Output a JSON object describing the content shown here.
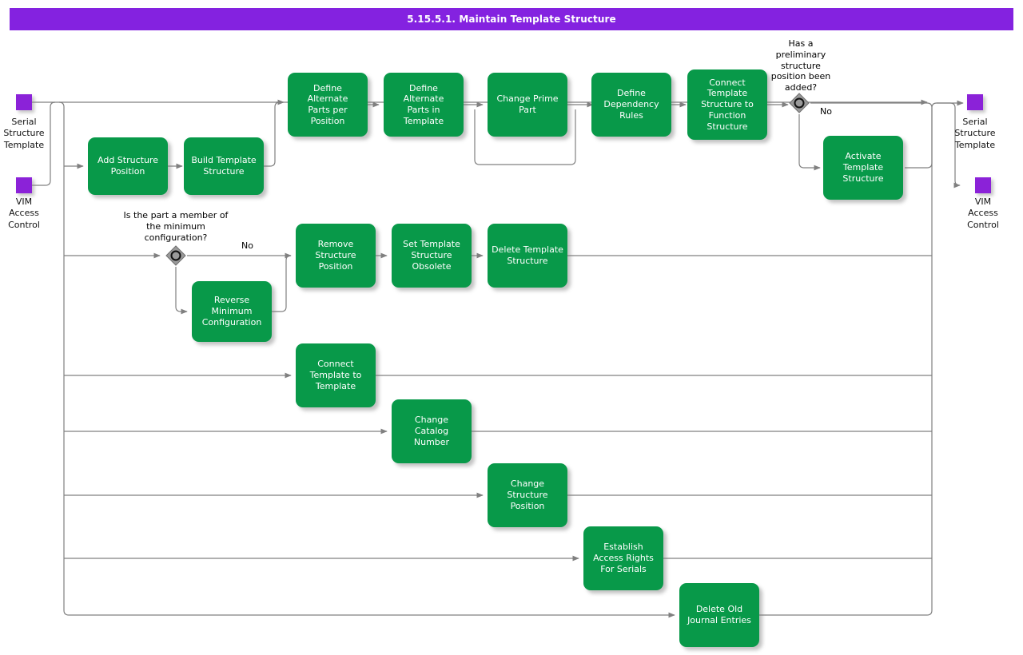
{
  "banner": {
    "title": "5.15.5.1. Maintain Template Structure",
    "color": "#8422E0"
  },
  "theme": {
    "node_fill": "#089949",
    "node_text": "#ffffff",
    "entity_fill": "#8B22D8",
    "wire": "#808080",
    "decision_fill": "#9A9A9A"
  },
  "entities": {
    "in": [
      {
        "name": "serial-structure-template-in",
        "label": "Serial\nStructure\nTemplate"
      },
      {
        "name": "vim-access-control-in",
        "label": "VIM\nAccess\nControl"
      }
    ],
    "out": [
      {
        "name": "serial-structure-template-out",
        "label": "Serial\nStructure\nTemplate"
      },
      {
        "name": "vim-access-control-out",
        "label": "VIM\nAccess\nControl"
      }
    ]
  },
  "nodes": [
    {
      "id": "add-structure-position",
      "label": "Add Structure\nPosition"
    },
    {
      "id": "build-template-structure",
      "label": "Build Template\nStructure"
    },
    {
      "id": "define-alternate-parts-per-position",
      "label": "Define Alternate\nParts per\nPosition"
    },
    {
      "id": "define-alternate-parts-in-template",
      "label": "Define Alternate\nParts in\nTemplate"
    },
    {
      "id": "change-prime-part",
      "label": "Change Prime\nPart"
    },
    {
      "id": "define-dependency-rules",
      "label": "Define\nDependency\nRules"
    },
    {
      "id": "connect-template-structure-to-function-structure",
      "label": "Connect\nTemplate\nStructure to\nFunction\nStructure"
    },
    {
      "id": "activate-template-structure",
      "label": "Activate\nTemplate\nStructure"
    },
    {
      "id": "reverse-minimum-configuration",
      "label": "Reverse\nMinimum\nConfiguration"
    },
    {
      "id": "remove-structure-position",
      "label": "Remove\nStructure\nPosition"
    },
    {
      "id": "set-template-structure-obsolete",
      "label": "Set Template\nStructure\nObsolete"
    },
    {
      "id": "delete-template-structure",
      "label": "Delete Template\nStructure"
    },
    {
      "id": "connect-template-to-template",
      "label": "Connect\nTemplate to\nTemplate"
    },
    {
      "id": "change-catalog-number",
      "label": "Change\nCatalog\nNumber"
    },
    {
      "id": "change-structure-position",
      "label": "Change\nStructure\nPosition"
    },
    {
      "id": "establish-access-rights-for-serials",
      "label": "Establish\nAccess Rights\nFor Serials"
    },
    {
      "id": "delete-old-journal-entries",
      "label": "Delete Old\nJournal Entries"
    }
  ],
  "decisions": [
    {
      "id": "minimum-configuration-decision",
      "question": "Is the part a member of\nthe minimum\nconfiguration?",
      "branch": "No"
    },
    {
      "id": "preliminary-position-decision",
      "question": "Has a\npreliminary\nstructure\nposition been\nadded?",
      "branch": "No"
    }
  ]
}
